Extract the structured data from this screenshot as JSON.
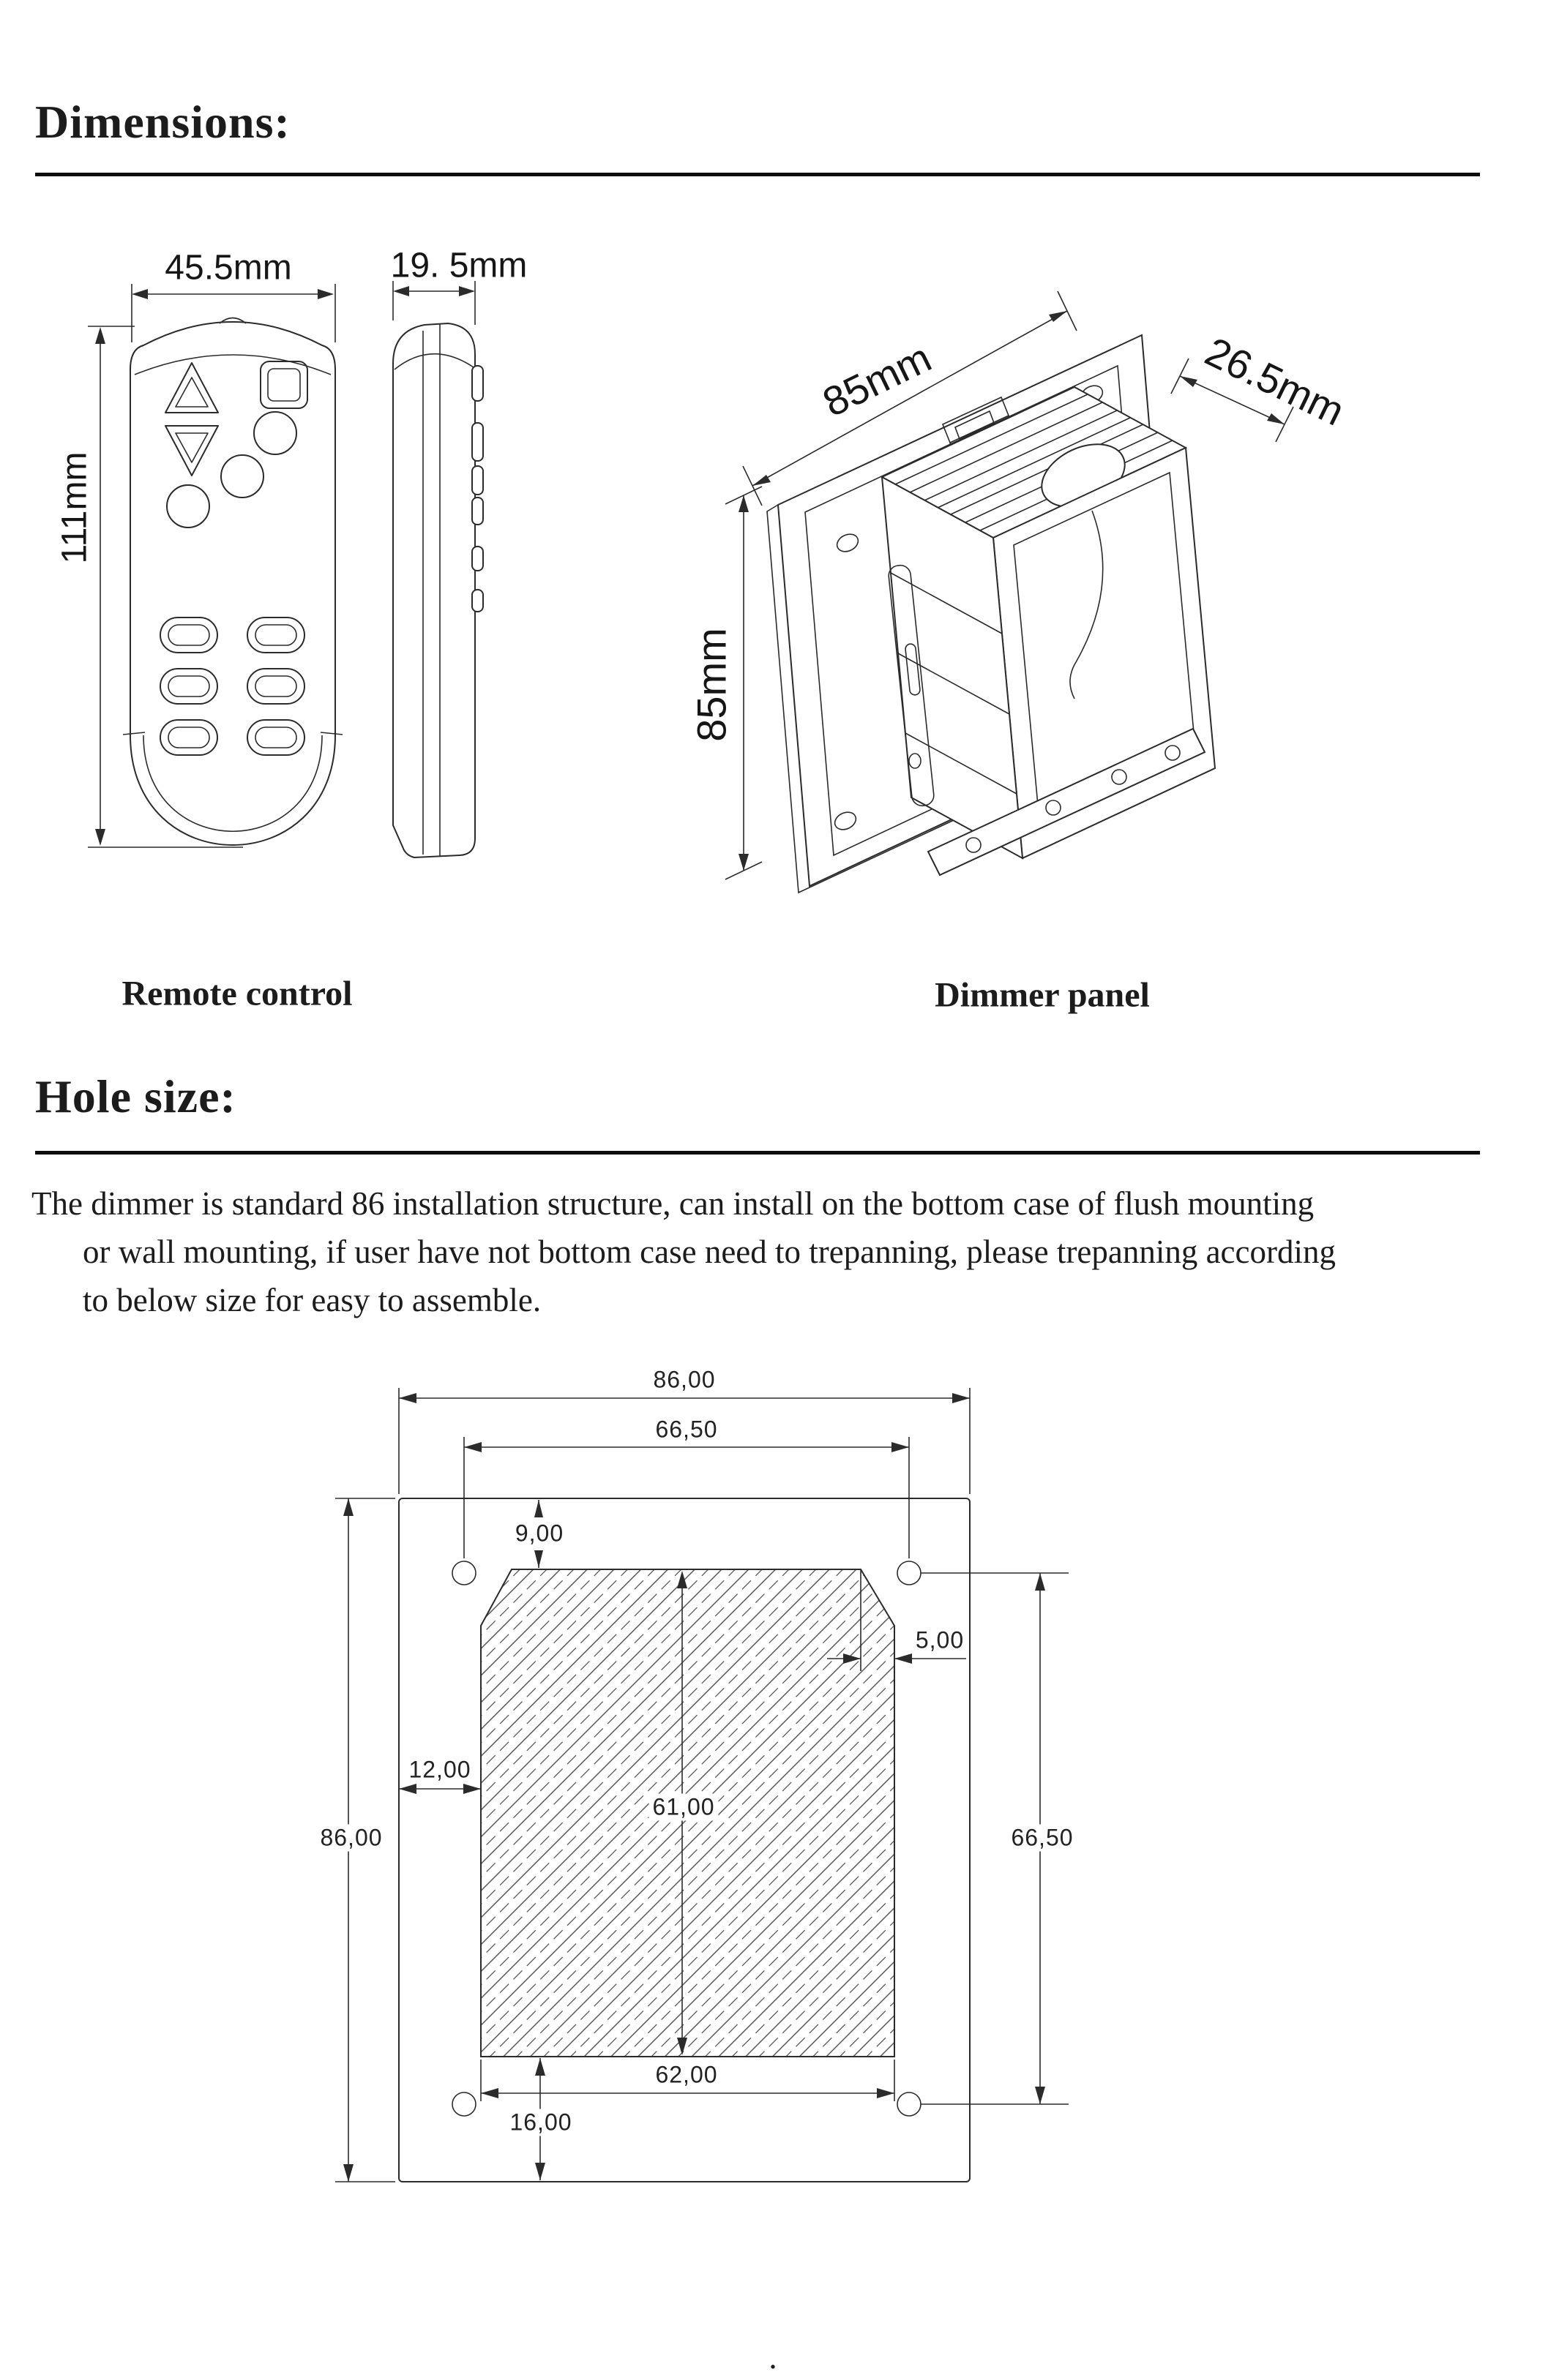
{
  "page": {
    "section1_heading": "Dimensions:",
    "section2_heading": "Hole size:",
    "paragraph": {
      "line1": "The dimmer is standard 86 installation structure, can install on the bottom case of flush mounting",
      "line2": "or wall mounting, if user have not bottom case need to trepanning, please trepanning according",
      "line3": "to below size for easy to assemble."
    },
    "trailing_period": "."
  },
  "colors": {
    "ink": "#1c1c1c",
    "line": "#2b2b2b"
  },
  "figures": {
    "remote": {
      "caption": "Remote control",
      "width_label": "45.5mm",
      "depth_label": "19. 5mm",
      "height_label": "111mm"
    },
    "dimmer": {
      "caption": "Dimmer panel",
      "width_label": "85mm",
      "height_label": "85mm",
      "depth_label": "26.5mm"
    },
    "hole": {
      "overall_width": "86,00",
      "hole_spacing_width": "66,50",
      "top_offset": "9,00",
      "chamfer": "5,00",
      "left_offset": "12,00",
      "overall_height": "86,00",
      "cutout_height": "61,00",
      "hole_spacing_height": "66,50",
      "cutout_width": "62,00",
      "bottom_offset": "16,00"
    }
  }
}
